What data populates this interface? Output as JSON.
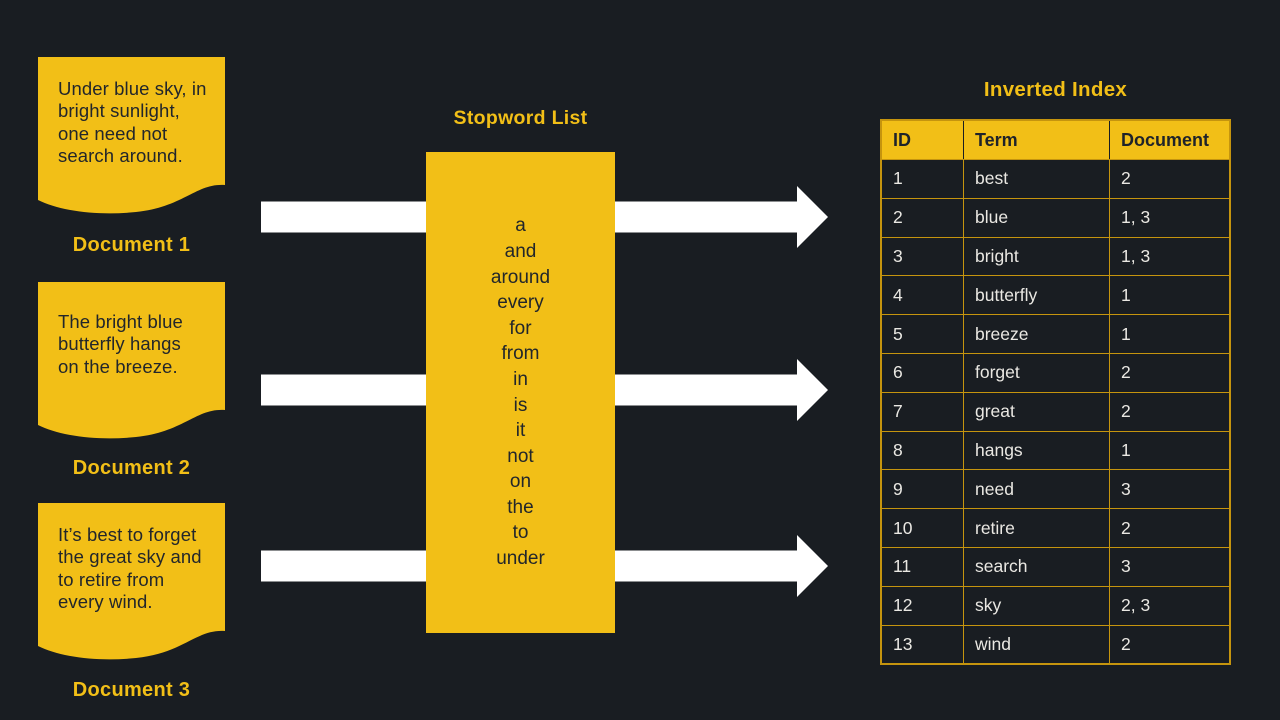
{
  "colors": {
    "background": "#191d22",
    "accent_yellow": "#f2bf17",
    "table_border_gold": "#c5940e",
    "table_text": "#eae8e3",
    "dark_text_on_yellow": "#22262b",
    "arrow_white": "#ffffff"
  },
  "documents": [
    {
      "label": "Document 1",
      "lines": [
        "Under blue sky, in",
        "bright sunlight,",
        "one need not",
        "search around."
      ]
    },
    {
      "label": "Document 2",
      "lines": [
        "The bright blue",
        "butterfly hangs",
        "on the breeze."
      ]
    },
    {
      "label": "Document 3",
      "lines": [
        "It’s best to forget",
        "the great sky and",
        "to retire from",
        "every wind."
      ]
    }
  ],
  "stopword_list": {
    "title": "Stopword List",
    "words": [
      "a",
      "and",
      "around",
      "every",
      "for",
      "from",
      "in",
      "is",
      "it",
      "not",
      "on",
      "the",
      "to",
      "under"
    ]
  },
  "inverted_index": {
    "title": "Inverted Index",
    "columns": [
      "ID",
      "Term",
      "Document"
    ],
    "rows": [
      [
        "1",
        "best",
        "2"
      ],
      [
        "2",
        "blue",
        "1, 3"
      ],
      [
        "3",
        "bright",
        "1, 3"
      ],
      [
        "4",
        "butterfly",
        "1"
      ],
      [
        "5",
        "breeze",
        "1"
      ],
      [
        "6",
        "forget",
        "2"
      ],
      [
        "7",
        "great",
        "2"
      ],
      [
        "8",
        "hangs",
        "1"
      ],
      [
        "9",
        "need",
        "3"
      ],
      [
        "10",
        "retire",
        "2"
      ],
      [
        "11",
        "search",
        "3"
      ],
      [
        "12",
        "sky",
        "2, 3"
      ],
      [
        "13",
        "wind",
        "2"
      ]
    ]
  }
}
